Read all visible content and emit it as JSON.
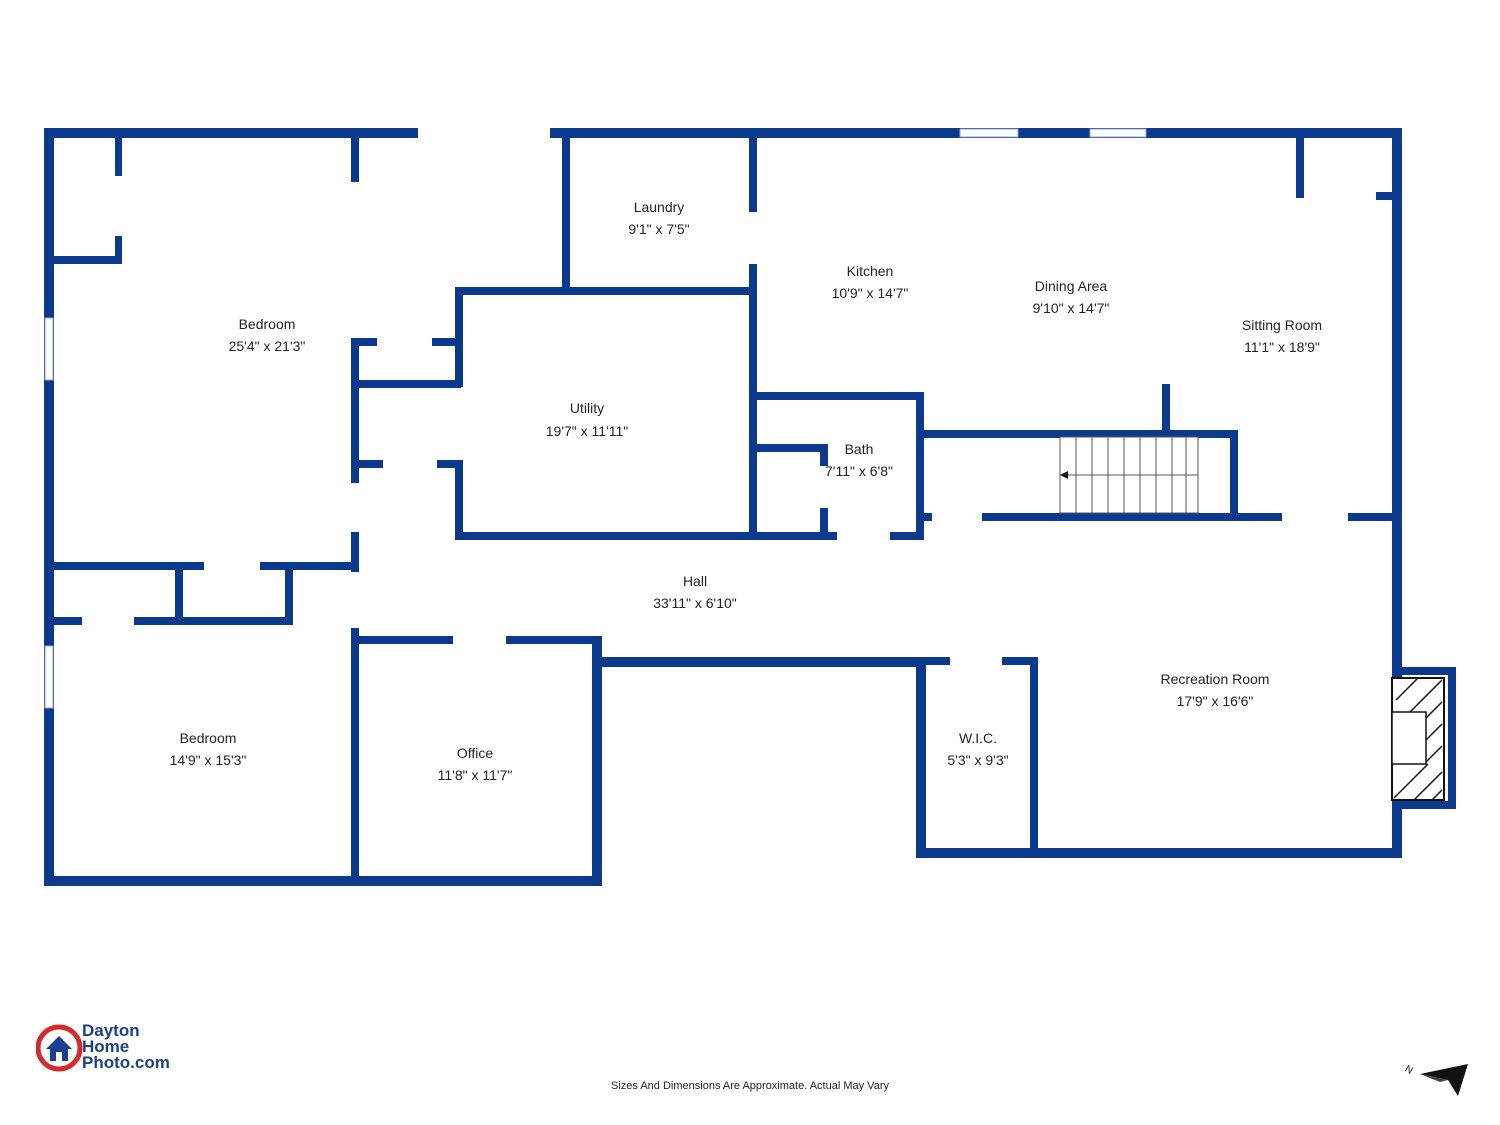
{
  "rooms": {
    "bedroom1": {
      "name": "Bedroom",
      "dim": "25'4\" x 21'3\""
    },
    "laundry": {
      "name": "Laundry",
      "dim": "9'1\" x 7'5\""
    },
    "kitchen": {
      "name": "Kitchen",
      "dim": "10'9\" x 14'7\""
    },
    "dining": {
      "name": "Dining Area",
      "dim": "9'10\" x 14'7\""
    },
    "sitting": {
      "name": "Sitting Room",
      "dim": "11'1\" x 18'9\""
    },
    "utility": {
      "name": "Utility",
      "dim": "19'7\" x 11'11\""
    },
    "bath": {
      "name": "Bath",
      "dim": "7'11\" x 6'8\""
    },
    "hall": {
      "name": "Hall",
      "dim": "33'11\" x 6'10\""
    },
    "recreation": {
      "name": "Recreation Room",
      "dim": "17'9\" x 16'6\""
    },
    "bedroom2": {
      "name": "Bedroom",
      "dim": "14'9\" x 15'3\""
    },
    "office": {
      "name": "Office",
      "dim": "11'8\" x 11'7\""
    },
    "wic": {
      "name": "W.I.C.",
      "dim": "5'3\" x 9'3\""
    }
  },
  "footer": {
    "disclaimer": "Sizes And Dimensions Are Approximate. Actual May Vary",
    "logo_line1": "Dayton",
    "logo_line2": "Home",
    "logo_line3": "Photo.com",
    "compass_label": "N"
  },
  "colors": {
    "wall": "#0b3a8c",
    "logo_red": "#d42a2a",
    "logo_blue": "#1c3f8f"
  }
}
